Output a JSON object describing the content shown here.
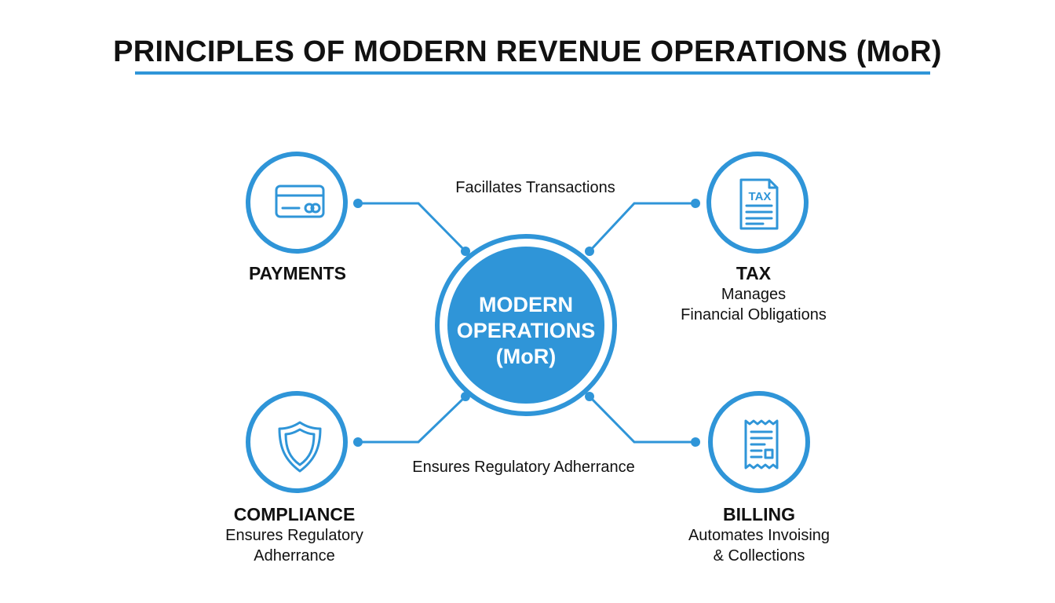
{
  "title": "PRINCIPLES OF MODERN REVENUE OPERATIONS (MoR)",
  "center": {
    "line1": "MODERN",
    "line2": "OPERATIONS",
    "line3": "(MoR)"
  },
  "connector_labels": {
    "top": "Facillates Transactions",
    "bottom": "Ensures Regulatory Adherrance"
  },
  "nodes": {
    "payments": {
      "title": "PAYMENTS",
      "desc1": "",
      "desc2": "",
      "icon": "credit-card-icon"
    },
    "tax": {
      "title": "TAX",
      "desc1": "Manages",
      "desc2": "Financial Obligations",
      "icon": "tax-document-icon",
      "icon_text": "TAX"
    },
    "compliance": {
      "title": "COMPLIANCE",
      "desc1": "Ensures Regulatory",
      "desc2": "Adherrance",
      "icon": "shield-icon"
    },
    "billing": {
      "title": "BILLING",
      "desc1": "Automates Invoising",
      "desc2": "& Collections",
      "icon": "receipt-icon"
    }
  },
  "colors": {
    "accent": "#2f95d8",
    "text": "#111111",
    "background": "#ffffff"
  }
}
